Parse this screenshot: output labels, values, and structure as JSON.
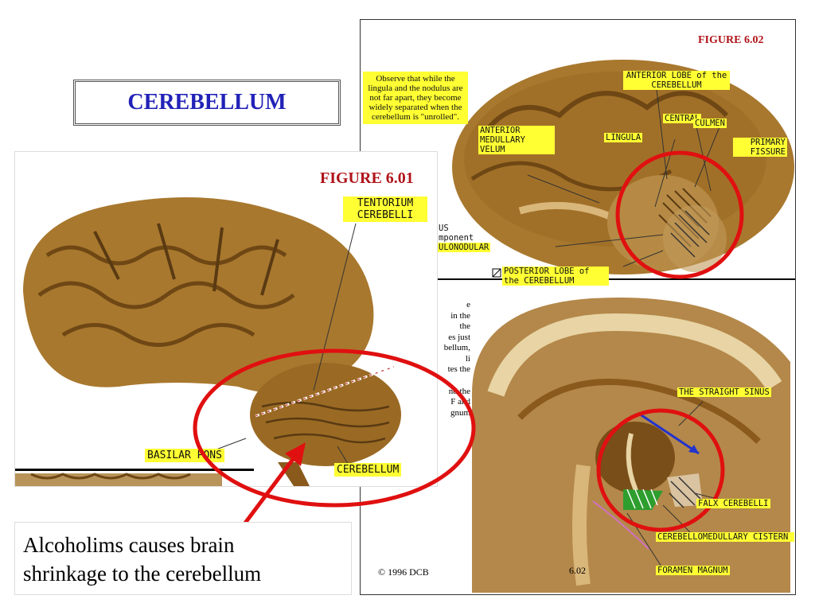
{
  "title": "CEREBELLUM",
  "figure_602": {
    "figure_label": "FIGURE 6.02",
    "note": "Observe that while the lingula and the nodulus are not far apart, they become widely separated when the cerebellum is \"unrolled\".",
    "labels": {
      "anterior_lobe": "ANTERIOR LOBE of the CEREBELLUM",
      "central": "CENTRAL",
      "culmen": "CULMEN",
      "lingula": "LINGULA",
      "primary_fissure": "PRIMARY FISSURE",
      "anterior_medullary_velum": "ANTERIOR MEDULLARY VELUM",
      "posterior_lobe": "POSTERIOR LOBE of the CEREBELLUM",
      "us": "US",
      "component": "mponent",
      "ulonodular": "ULONODULAR",
      "straight_sinus": "THE STRAIGHT SINUS",
      "falx_cerebelli": "FALX CEREBELLI",
      "cerebellomedullary_cistern": "CEREBELLOMEDULLARY CISTERN",
      "foramen_magnum": "FORAMEN MAGNUM"
    },
    "partial_text": [
      "e",
      "in the",
      "the",
      "es just",
      "bellum,",
      "li",
      "tes the",
      "nd the",
      "F and",
      "gnum"
    ],
    "copyright": "1996  DCB",
    "page_number": "6.02"
  },
  "figure_601": {
    "figure_label": "FIGURE 6.01",
    "labels": {
      "tentorium": "TENTORIUM CEREBELLI",
      "basilar_pons": "BASILAR PONS",
      "cerebellum": "CEREBELLUM"
    }
  },
  "caption": {
    "line1": "Alcoholims causes brain",
    "line2": "shrinkage to the cerebellum"
  },
  "colors": {
    "title": "#2222b8",
    "figure_label": "#b0141a",
    "label_bg": "#ffff33",
    "annotation": "#e01010",
    "brain": "#a8782e"
  }
}
